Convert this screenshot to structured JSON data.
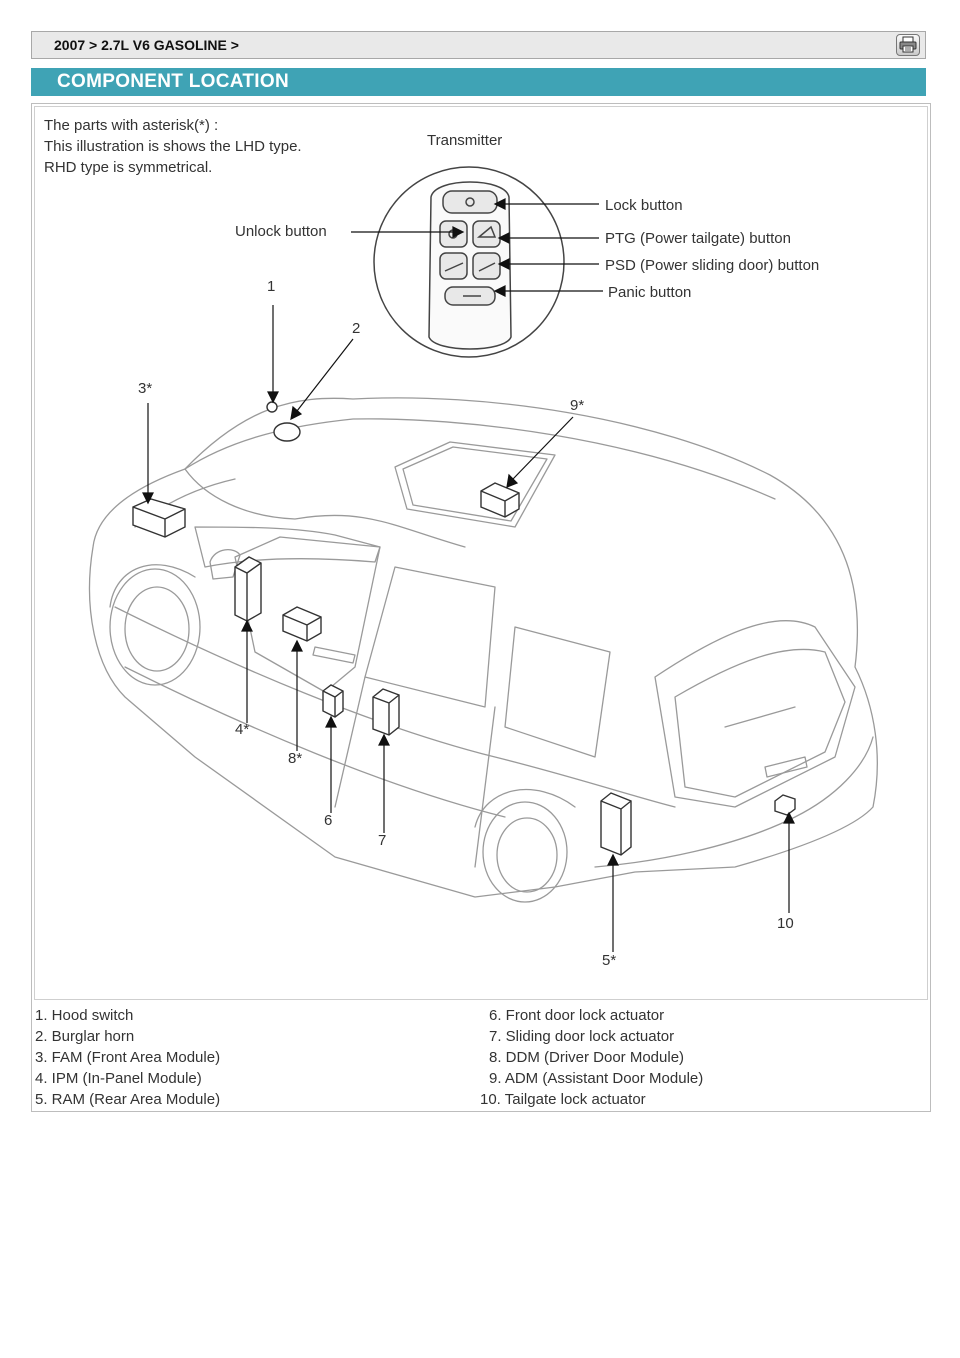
{
  "breadcrumb": "2007 > 2.7L V6 GASOLINE >",
  "print_icon": "printer-icon",
  "section_title": "COMPONENT LOCATION",
  "notes": [
    "The parts with asterisk(*) :",
    "This illustration is shows the LHD type.",
    "RHD type is symmetrical."
  ],
  "transmitter": {
    "title": "Transmitter",
    "unlock": "Unlock button",
    "lock": "Lock button",
    "ptg": "PTG (Power tailgate) button",
    "psd": "PSD (Power sliding door) button",
    "panic": "Panic button"
  },
  "callouts": {
    "n1": "1",
    "n2": "2",
    "n3": "3*",
    "n4": "4*",
    "n5": "5*",
    "n6": "6",
    "n7": "7",
    "n8": "8*",
    "n9": "9*",
    "n10": "10"
  },
  "legend": {
    "left": [
      "1. Hood switch",
      "2. Burglar horn",
      "3. FAM (Front Area Module)",
      "4. IPM (In-Panel Module)",
      "5. RAM (Rear Area Module)"
    ],
    "right": [
      "6. Front door lock actuator",
      "7. Sliding door lock actuator",
      "8. DDM (Driver Door Module)",
      "9. ADM (Assistant Door Module)",
      "10. Tailgate lock actuator"
    ]
  }
}
